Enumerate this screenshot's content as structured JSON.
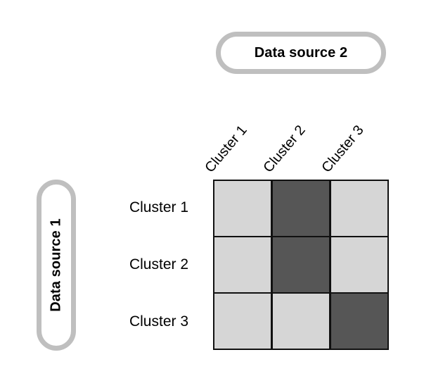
{
  "figure": {
    "top_axis_title": "Data source 2",
    "left_axis_title": "Data source 1",
    "column_headers": [
      "Cluster 1",
      "Cluster 2",
      "Cluster 3"
    ],
    "row_labels": [
      "Cluster 1",
      "Cluster 2",
      "Cluster 3"
    ],
    "colors": {
      "light_cell": "#d6d6d6",
      "dark_cell": "#565656",
      "capsule_border": "#bfbfbf",
      "grid_line": "#111111",
      "background": "#ffffff",
      "text": "#000000"
    }
  },
  "chart_data": {
    "type": "heatmap",
    "title": "",
    "xlabel": "Data source 2",
    "ylabel": "Data source 1",
    "x_tick_labels": [
      "Cluster 1",
      "Cluster 2",
      "Cluster 3"
    ],
    "y_tick_labels": [
      "Cluster 1",
      "Cluster 2",
      "Cluster 3"
    ],
    "x_tick_rotation_deg": -50,
    "legend": [],
    "grid": true,
    "colorscale": {
      "levels": 2,
      "light": "#d6d6d6",
      "dark": "#565656"
    },
    "values": [
      [
        0,
        1,
        0
      ],
      [
        0,
        1,
        0
      ],
      [
        0,
        0,
        1
      ]
    ],
    "cells": [
      [
        {
          "row": "Cluster 1",
          "col": "Cluster 1",
          "shade": "light",
          "value": 0
        },
        {
          "row": "Cluster 1",
          "col": "Cluster 2",
          "shade": "dark",
          "value": 1
        },
        {
          "row": "Cluster 1",
          "col": "Cluster 3",
          "shade": "light",
          "value": 0
        }
      ],
      [
        {
          "row": "Cluster 2",
          "col": "Cluster 1",
          "shade": "light",
          "value": 0
        },
        {
          "row": "Cluster 2",
          "col": "Cluster 2",
          "shade": "dark",
          "value": 1
        },
        {
          "row": "Cluster 2",
          "col": "Cluster 3",
          "shade": "light",
          "value": 0
        }
      ],
      [
        {
          "row": "Cluster 3",
          "col": "Cluster 1",
          "shade": "light",
          "value": 0
        },
        {
          "row": "Cluster 3",
          "col": "Cluster 2",
          "shade": "light",
          "value": 0
        },
        {
          "row": "Cluster 3",
          "col": "Cluster 3",
          "shade": "dark",
          "value": 1
        }
      ]
    ]
  }
}
